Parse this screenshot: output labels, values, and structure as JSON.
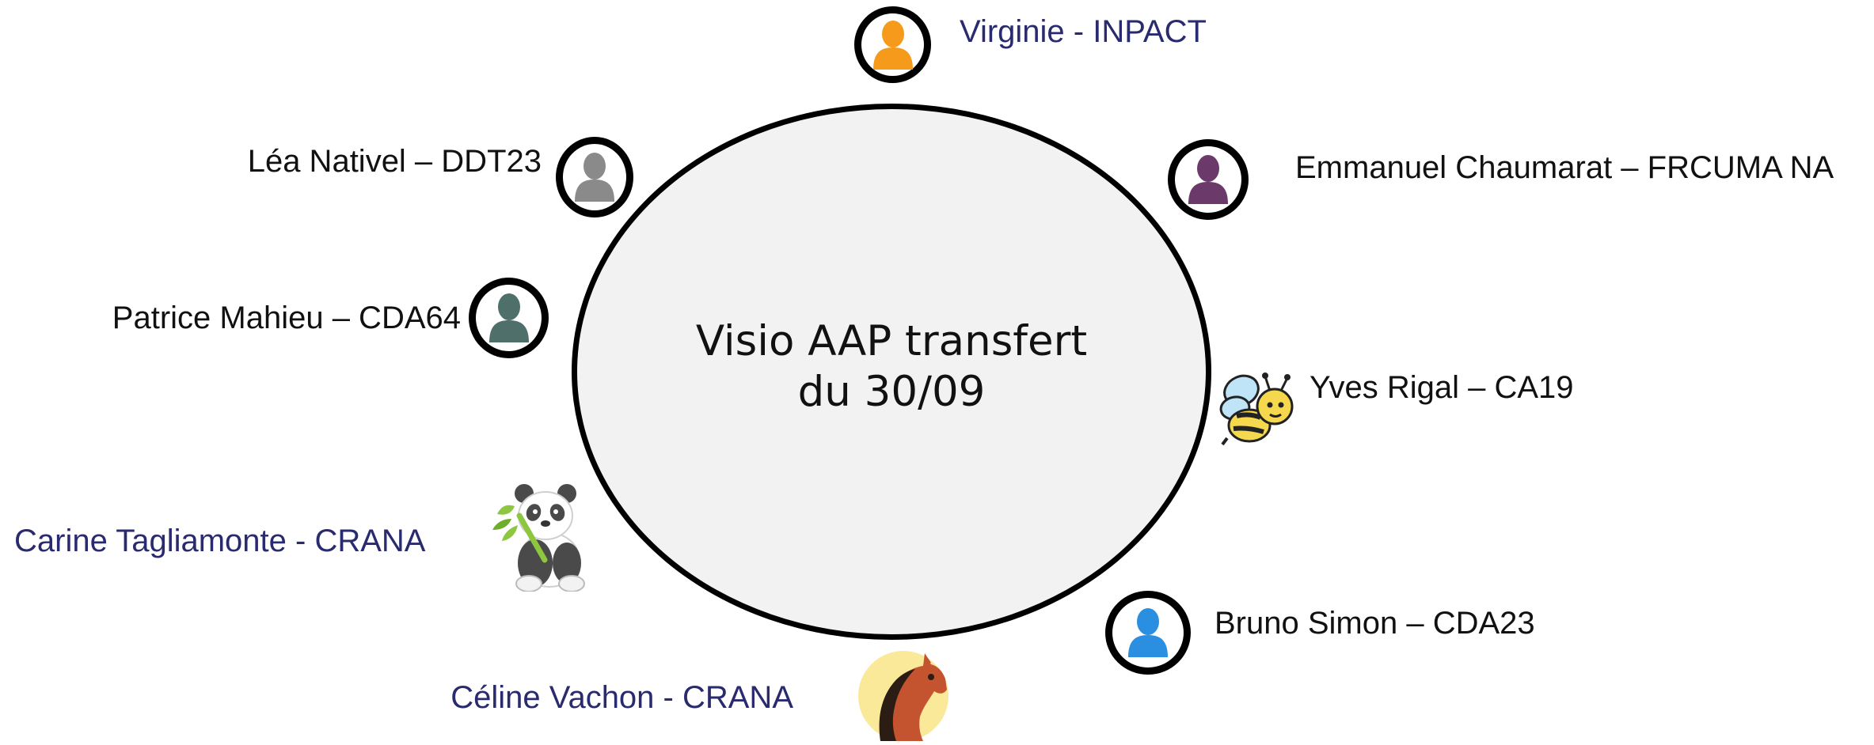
{
  "diagram": {
    "center_text": "Visio AAP transfert\ndu 30/09",
    "participants": [
      {
        "id": "virginie",
        "label": "Virginie - INPACT",
        "icon": "person-icon",
        "color": "#f59a1b"
      },
      {
        "id": "emmanuel",
        "label": "Emmanuel Chaumarat – FRCUMA NA",
        "icon": "person-icon",
        "color": "#6b3a6b"
      },
      {
        "id": "yves",
        "label": "Yves Rigal – CA19",
        "icon": "bee-icon",
        "color": "#f5d84e"
      },
      {
        "id": "bruno",
        "label": "Bruno Simon – CDA23",
        "icon": "person-icon",
        "color": "#2a8fe0"
      },
      {
        "id": "celine",
        "label": "Céline Vachon - CRANA",
        "icon": "horse-icon",
        "color": "#c4532f"
      },
      {
        "id": "carine",
        "label": "Carine Tagliamonte - CRANA",
        "icon": "panda-icon",
        "color": "#8dc63f"
      },
      {
        "id": "patrice",
        "label": "Patrice Mahieu – CDA64",
        "icon": "person-icon",
        "color": "#4f6f6a"
      },
      {
        "id": "lea",
        "label": "Léa Nativel – DDT23",
        "icon": "person-icon",
        "color": "#8a8a8a"
      }
    ]
  }
}
